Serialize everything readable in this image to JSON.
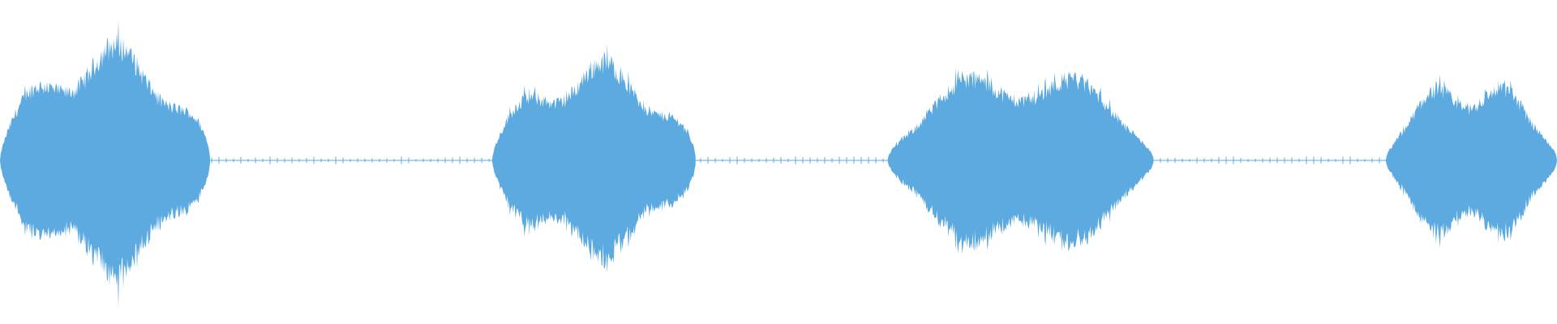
{
  "waveform": {
    "color": "#5DAAE1",
    "background": "#FFFFFF",
    "duration_fraction_segments": [
      {
        "name": "burst-1",
        "start": 0.0,
        "end": 0.135,
        "peak": 0.4
      },
      {
        "name": "burst-2",
        "start": 0.316,
        "end": 0.447,
        "peak": 0.34
      },
      {
        "name": "burst-3",
        "start": 0.57,
        "end": 0.741,
        "peak": 0.32
      },
      {
        "name": "burst-4",
        "start": 0.89,
        "end": 1.0,
        "peak": 0.28
      }
    ],
    "silence_level": 0.008
  }
}
